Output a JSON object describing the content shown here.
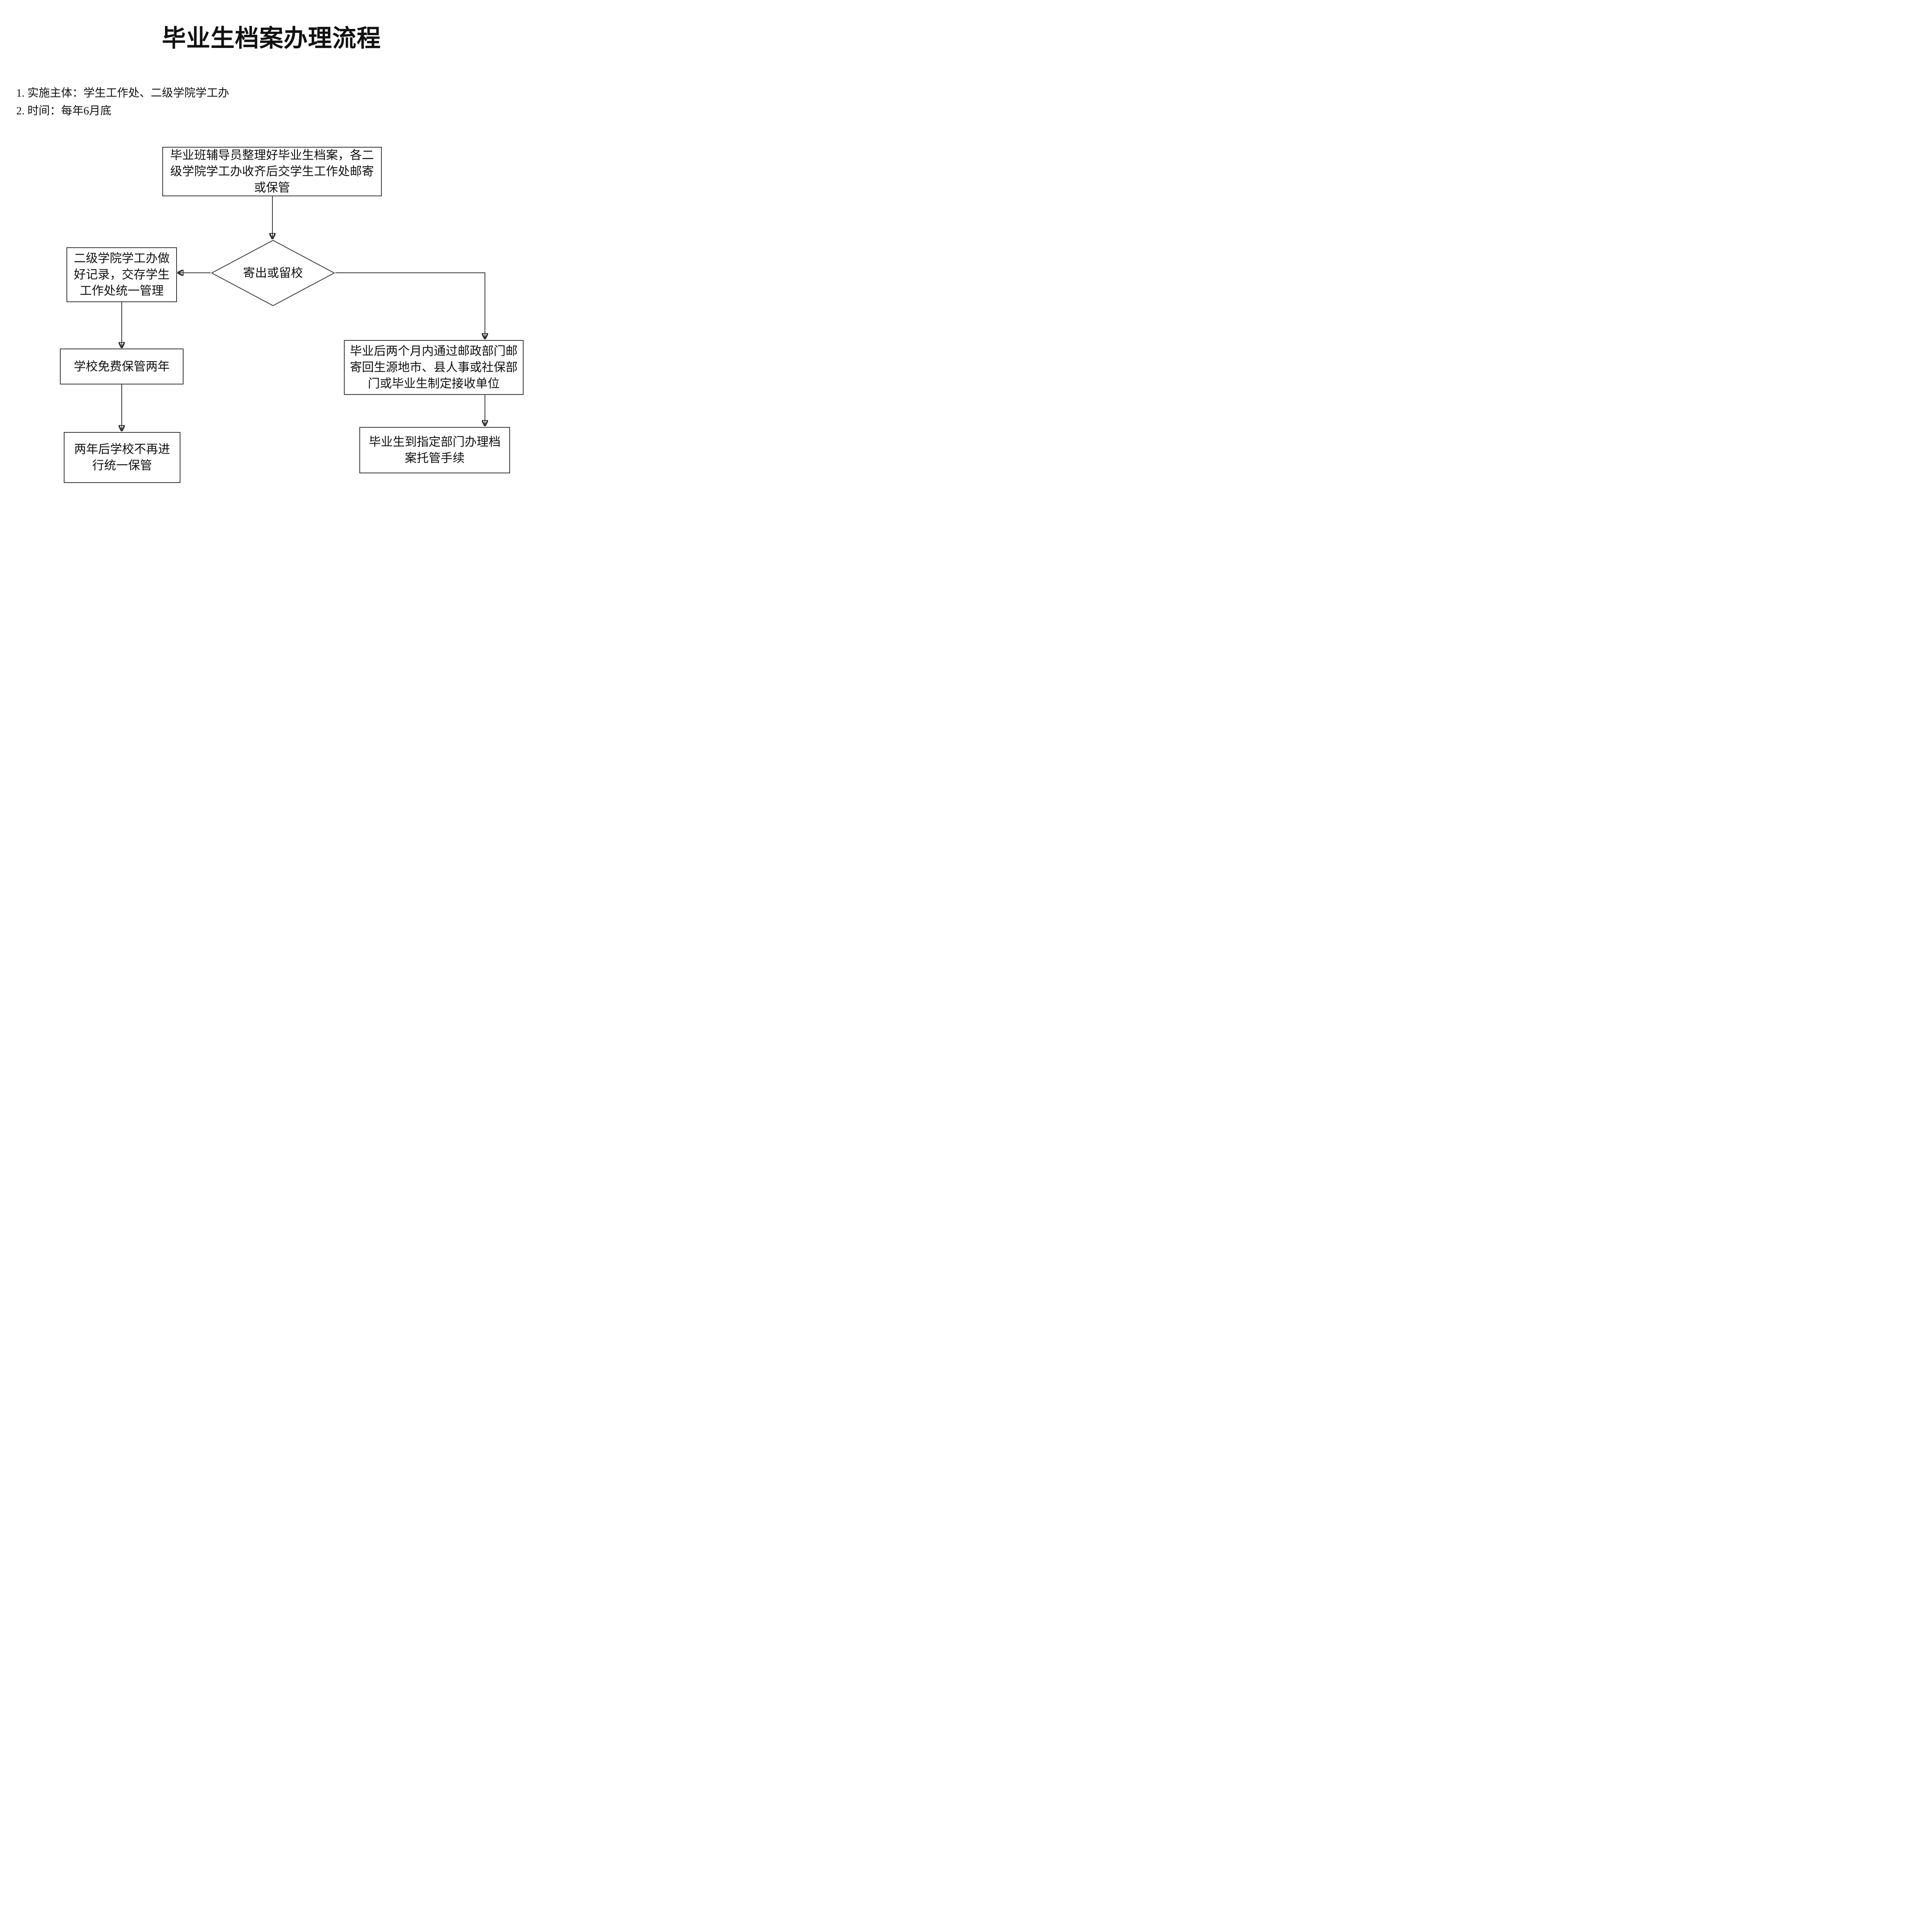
{
  "title": "毕业生档案办理流程",
  "notes": {
    "line1": "1. 实施主体：学生工作处、二级学院学工办",
    "line2": "2. 时间：每年6月底"
  },
  "flow": {
    "start": "毕业班辅导员整理好毕业生档案，各二级学院学工办收齐后交学生工作处邮寄或保管",
    "decision": "寄出或留校",
    "keep_record": "二级学院学工办做好记录，交存学生工作处统一管理",
    "keep_two_years": "学校免费保管两年",
    "no_longer_keep": "两年后学校不再进行统一保管",
    "mail_out": "毕业后两个月内通过邮政部门邮寄回生源地市、县人事或社保部门或毕业生制定接收单位",
    "handle_custody": "毕业生到指定部门办理档案托管手续"
  },
  "edges": [
    {
      "from": "start",
      "to": "decision"
    },
    {
      "from": "decision",
      "to": "keep_record"
    },
    {
      "from": "keep_record",
      "to": "keep_two_years"
    },
    {
      "from": "keep_two_years",
      "to": "no_longer_keep"
    },
    {
      "from": "decision",
      "to": "mail_out"
    },
    {
      "from": "mail_out",
      "to": "handle_custody"
    }
  ],
  "colors": {
    "background": "#ffffff",
    "line": "#333333",
    "text": "#111111"
  }
}
